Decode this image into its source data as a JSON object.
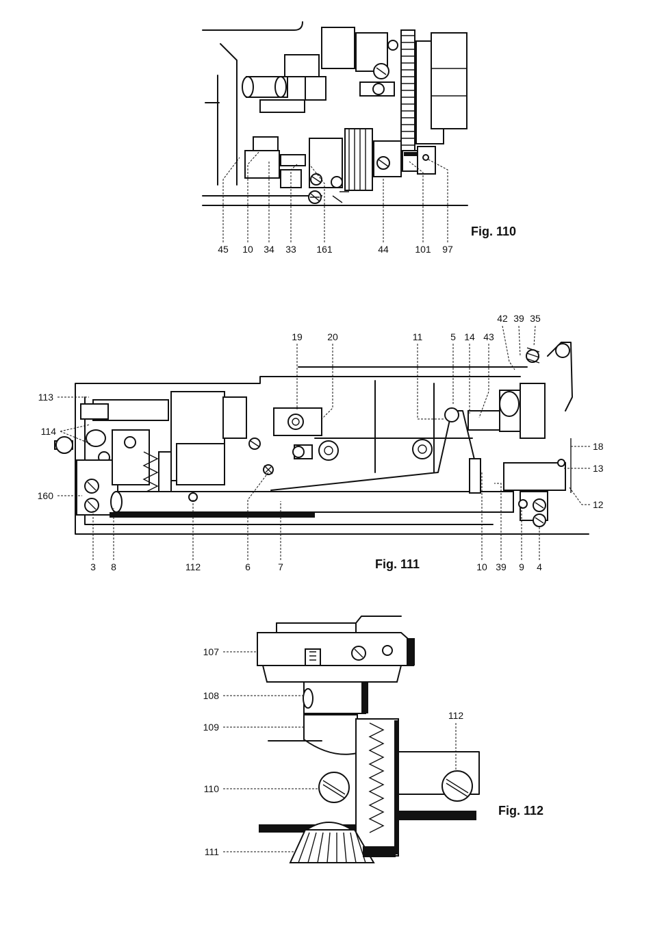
{
  "figures": [
    {
      "id": "fig110",
      "caption": "Fig. 110",
      "labels": [
        "45",
        "10",
        "34",
        "33",
        "161",
        "44",
        "101",
        "97"
      ]
    },
    {
      "id": "fig111",
      "caption": "Fig. 111",
      "labels": [
        "19",
        "20",
        "11",
        "5",
        "14",
        "43",
        "42",
        "39",
        "35",
        "113",
        "114",
        "18",
        "13",
        "160",
        "12",
        "3",
        "8",
        "112",
        "6",
        "7",
        "10",
        "39",
        "9",
        "4"
      ]
    },
    {
      "id": "fig112",
      "caption": "Fig. 112",
      "labels": [
        "107",
        "108",
        "109",
        "110",
        "111",
        "112"
      ]
    }
  ]
}
